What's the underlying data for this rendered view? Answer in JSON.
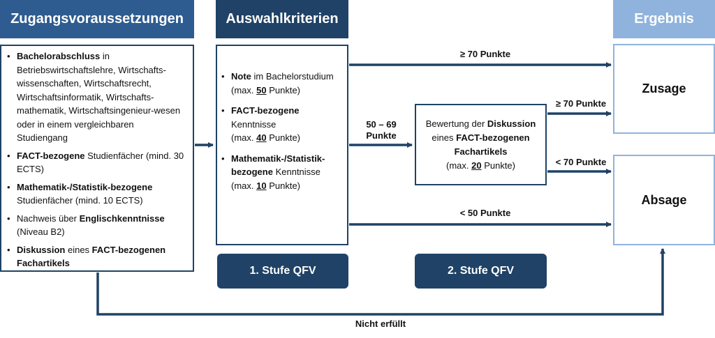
{
  "headers": {
    "zugang": "Zugangsvoraussetzungen",
    "auswahl": "Auswahlkriterien",
    "ergebnis": "Ergebnis"
  },
  "zugang_items": [
    {
      "bold": "Bachelorabschluss",
      "rest": " in Betriebswirtschaftslehre, Wirtschafts-wissenschaften, Wirtschaftsrecht, Wirtschaftsinformatik, Wirtschafts-mathematik, Wirtschaftsingenieur-wesen oder in einem vergleichbaren Studiengang"
    },
    {
      "bold": "FACT-bezogene",
      "rest": " Studienfächer (mind. 30 ECTS)"
    },
    {
      "bold": "Mathematik-/Statistik-bezogene",
      "rest": " Studienfächer (mind. 10 ECTS)"
    },
    {
      "pre": "Nachweis über ",
      "bold": "Englischkenntnisse",
      "rest": " (Niveau B2)"
    },
    {
      "bold": "Diskussion",
      "mid": " eines ",
      "bold2": "FACT-bezogenen Fachartikels"
    }
  ],
  "auswahl_items": [
    {
      "bold": "Note",
      "rest": " im Bachelorstudium",
      "max_pre": "(max. ",
      "max_val": "50",
      "max_post": " Punkte)"
    },
    {
      "bold": "FACT-bezogene",
      "rest": " Kenntnisse",
      "max_pre": "(max. ",
      "max_val": "40",
      "max_post": " Punkte)"
    },
    {
      "bold": "Mathematik-/Statistik-bezogene",
      "rest": " Kenntnisse",
      "max_pre": "(max. ",
      "max_val": "10",
      "max_post": " Punkte)"
    }
  ],
  "diskussion": {
    "line1_pre": "Bewertung der ",
    "line1_bold": "Diskussion",
    "line2_pre": "eines ",
    "line2_bold": "FACT-bezogenen",
    "line3_bold": "Fachartikels",
    "max_pre": "(max. ",
    "max_val": "20",
    "max_post": " Punkte)"
  },
  "results": {
    "zusage": "Zusage",
    "absage": "Absage"
  },
  "stages": {
    "stage1": "1. Stufe QFV",
    "stage2": "2. Stufe QFV"
  },
  "arrow_labels": {
    "top": "≥ 70 Punkte",
    "mid_line1": "50 – 69",
    "mid_line2": "Punkte",
    "disk_up": "≥ 70 Punkte",
    "disk_down": "< 70 Punkte",
    "low": "< 50 Punkte",
    "not_met": "Nicht erfüllt"
  },
  "colors": {
    "dark_blue": "#1f4266",
    "mid_blue": "#2e5c91",
    "light_blue": "#8fb3dd"
  }
}
